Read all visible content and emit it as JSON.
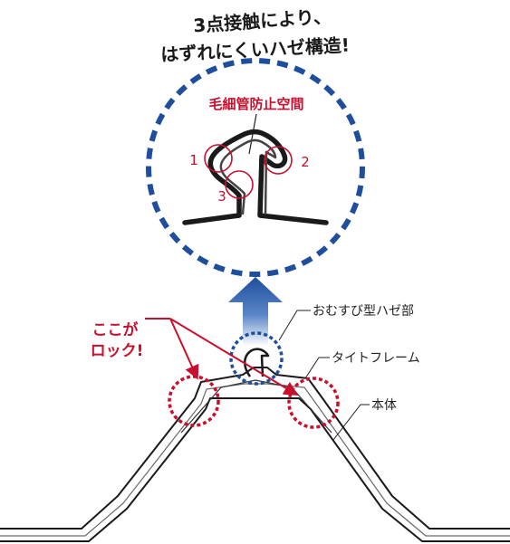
{
  "title_line1": "3点接触により、",
  "title_line2": "はずれにくいハゼ構造!",
  "capillary_label": "毛細管防止空間",
  "contact_points": [
    "1",
    "2",
    "3"
  ],
  "lock_line1": "ここが",
  "lock_line2": "ロック!",
  "label_seam": "おむすび型ハゼ部",
  "label_frame": "タイトフレーム",
  "label_body": "本体",
  "colors": {
    "red": "#c8102e",
    "blue": "#1f4e9c",
    "dark": "#1a1a1a"
  }
}
